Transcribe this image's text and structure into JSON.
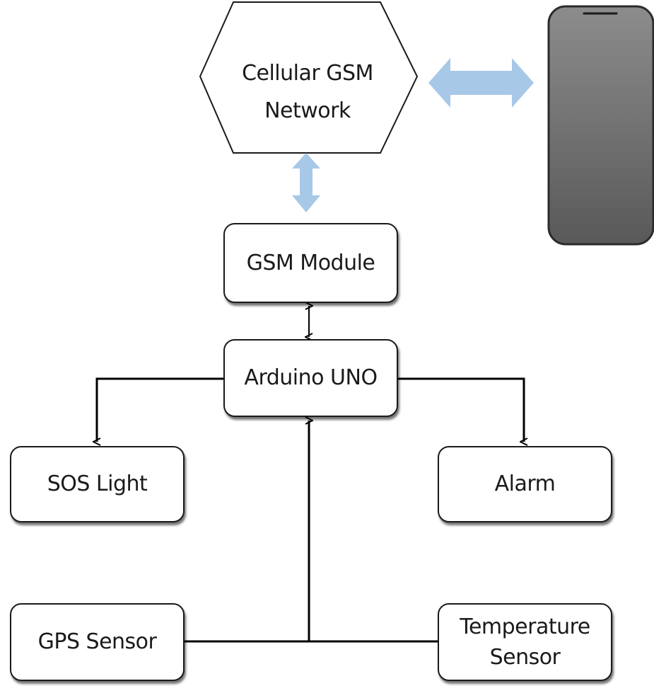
{
  "diagram": {
    "network": {
      "lines": [
        "Cellular GSM",
        "Network"
      ]
    },
    "nodes": {
      "gsm_module": "GSM Module",
      "arduino": "Arduino UNO",
      "sos_light": "SOS Light",
      "alarm": "Alarm",
      "gps_sensor": "GPS Sensor",
      "temperature_sensor": {
        "lines": [
          "Temperature",
          "Sensor"
        ]
      }
    },
    "colors": {
      "box_border": "#1a1a1a",
      "link_arrow": "#9ec2e6",
      "phone_gradient_top": "#8c8c8c",
      "phone_gradient_bottom": "#595959",
      "connector": "#000000"
    },
    "icons": [
      "smartphone-icon"
    ]
  }
}
